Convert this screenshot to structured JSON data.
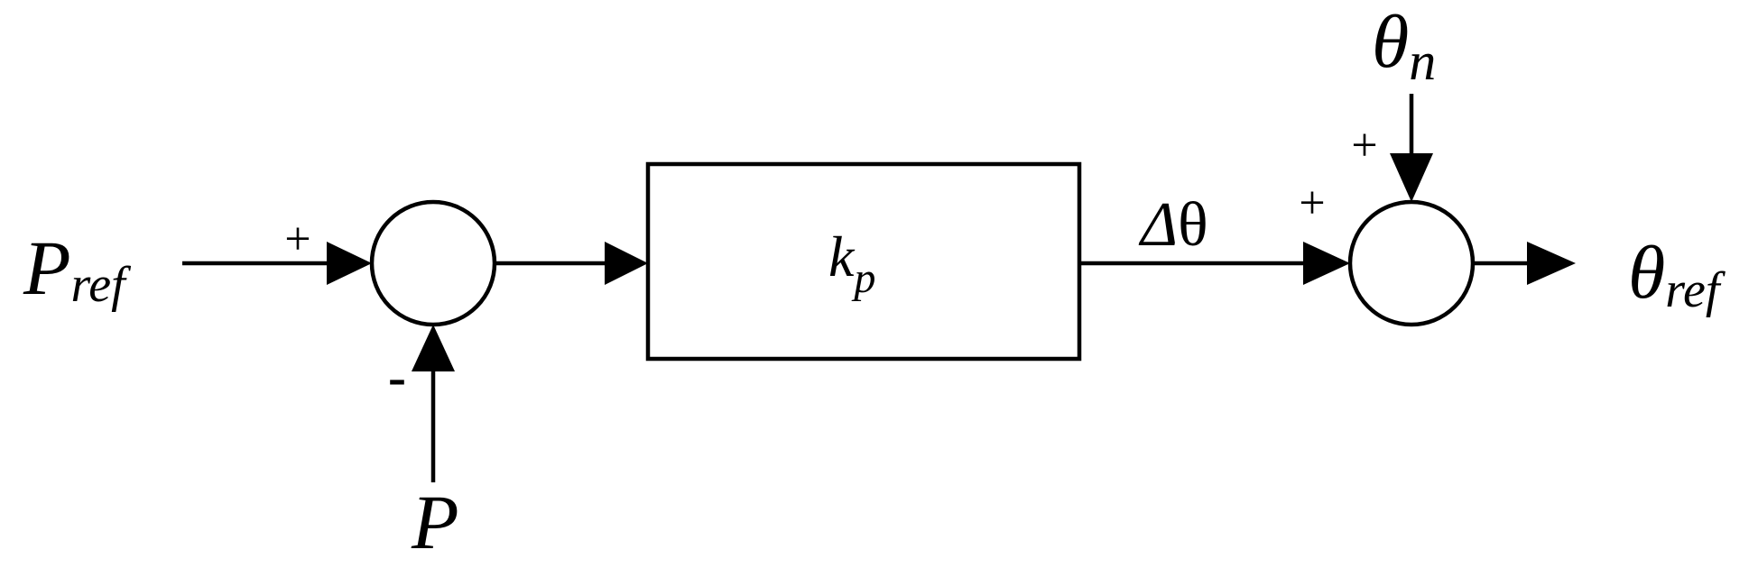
{
  "signals": {
    "p_ref": {
      "main": "P",
      "sub": "ref"
    },
    "p": "P",
    "theta_n": {
      "main": "θ",
      "sub": "n"
    },
    "theta_ref": {
      "main": "θ",
      "sub": "ref"
    },
    "delta_theta": {
      "delta": "Δ",
      "theta": "θ"
    }
  },
  "block": {
    "main": "k",
    "sub": "p"
  },
  "signs": {
    "sum1_ref": "+",
    "sum1_feedback": "-",
    "sum2_delta": "+",
    "sum2_theta_n": "+"
  }
}
